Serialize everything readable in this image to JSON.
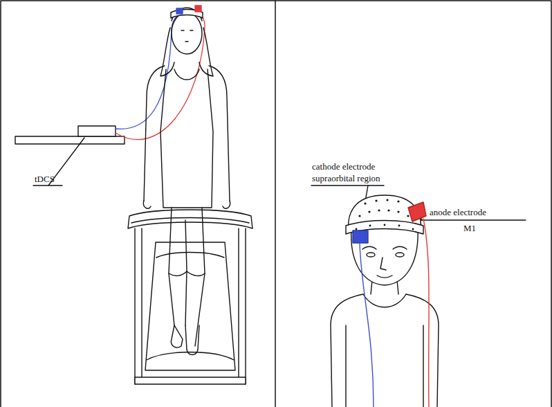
{
  "diagram": {
    "labels": [
      "tDCS",
      "cathode electrode supraorbital region",
      "anode electrode",
      "M1"
    ]
  }
}
